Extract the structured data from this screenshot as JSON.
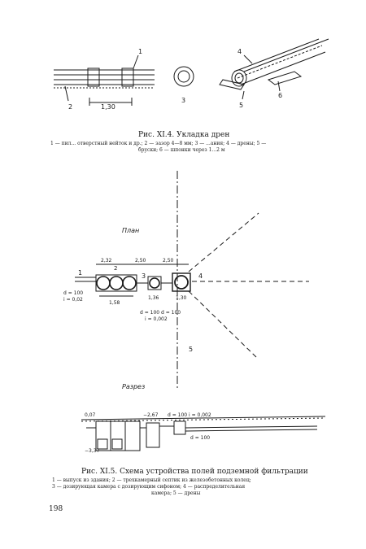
{
  "page_number": "198",
  "figure1": {
    "caption": "Рис. XI.4. Укладка дрен",
    "legend_line1": "1 — пил... отверстный нейток и др.; 2 — зазор 4—8 мм; 3 — ...ания; 4 — дрены; 5 —",
    "legend_line2": "бруски; 6 — шпонки через 1...2 м",
    "labels": [
      "1",
      "2",
      "3",
      "4",
      "5",
      "6"
    ],
    "dimension": "1,30"
  },
  "figure2": {
    "caption": "Рис. XI.5. Схема устройства полей подземной фильтрации",
    "legend_line1": "1 — выпуск из здания; 2 — трехкамерный септик из железобетонных колец;",
    "legend_line2": "3 — дозирующая камера с дозирующим сифоном; 4 — распределительная",
    "legend_line3": "камера; 5 — дрены",
    "plan_title": "План",
    "section_title": "Разрез",
    "plan_labels": [
      "1",
      "2",
      "3",
      "4",
      "5"
    ],
    "dims": [
      "2,32",
      "2,50",
      "2,50",
      "1,58",
      "1,36",
      "1,30"
    ],
    "pipe_d1": "d = 100",
    "pipe_i1": "i = 0,02",
    "pipe_d2": "d = 100",
    "pipe_d3": "d = 100",
    "pipe_i2": "i = 0,002",
    "section_levels": [
      "0,07",
      "−2,67",
      "d = 100",
      "i = 0,002",
      "−3,37",
      "d = 100"
    ]
  }
}
